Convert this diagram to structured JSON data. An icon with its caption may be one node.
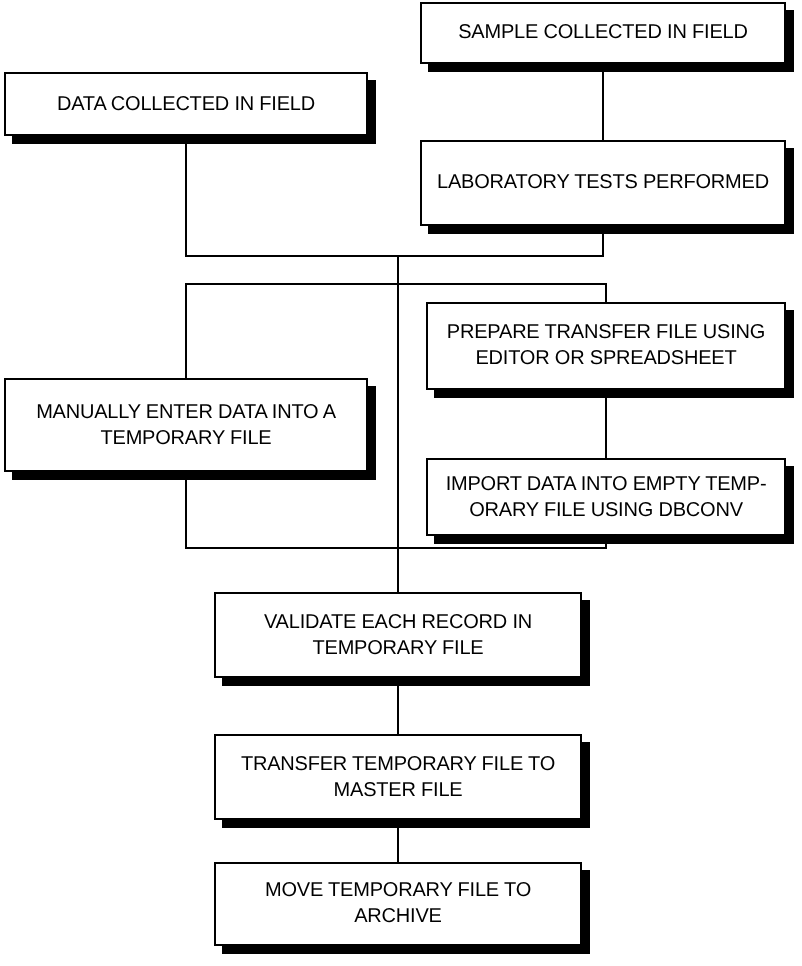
{
  "diagram": {
    "nodes": [
      {
        "text": [
          "SAMPLE COLLECTED IN FIELD"
        ]
      },
      {
        "text": [
          "DATA COLLECTED IN FIELD"
        ]
      },
      {
        "text": [
          "LABORATORY TESTS PERFORMED"
        ]
      },
      {
        "text": [
          "PREPARE TRANSFER FILE USING EDITOR OR SPREADSHEET"
        ]
      },
      {
        "text": [
          "MANUALLY ENTER DATA INTO A TEMPORARY FILE"
        ]
      },
      {
        "text": [
          "IMPORT DATA INTO EMPTY TEMP- ORARY FILE USING DBCONV"
        ]
      },
      {
        "text": [
          "VALIDATE EACH RECORD IN TEMPORARY FILE"
        ]
      },
      {
        "text": [
          "TRANSFER TEMPORARY FILE TO MASTER FILE"
        ]
      },
      {
        "text": [
          "MOVE TEMPORARY FILE TO ARCHIVE"
        ]
      }
    ],
    "edges": [
      {
        "from": 0,
        "to": 2,
        "arrow": "none"
      },
      {
        "from": 1,
        "to": 4,
        "arrow": "none"
      },
      {
        "from": 1,
        "to": 3,
        "arrow": "none"
      },
      {
        "from": 1,
        "to": 6,
        "arrow": "none"
      },
      {
        "from": 2,
        "to": 4,
        "arrow": "none"
      },
      {
        "from": 2,
        "to": 3,
        "arrow": "none"
      },
      {
        "from": 2,
        "to": 6,
        "arrow": "none"
      },
      {
        "from": 3,
        "to": 5,
        "arrow": "none"
      },
      {
        "from": 4,
        "to": 6,
        "arrow": "none"
      },
      {
        "from": 5,
        "to": 6,
        "arrow": "none"
      },
      {
        "from": 6,
        "to": 7,
        "arrow": "none"
      },
      {
        "from": 7,
        "to": 8,
        "arrow": "none"
      }
    ]
  }
}
